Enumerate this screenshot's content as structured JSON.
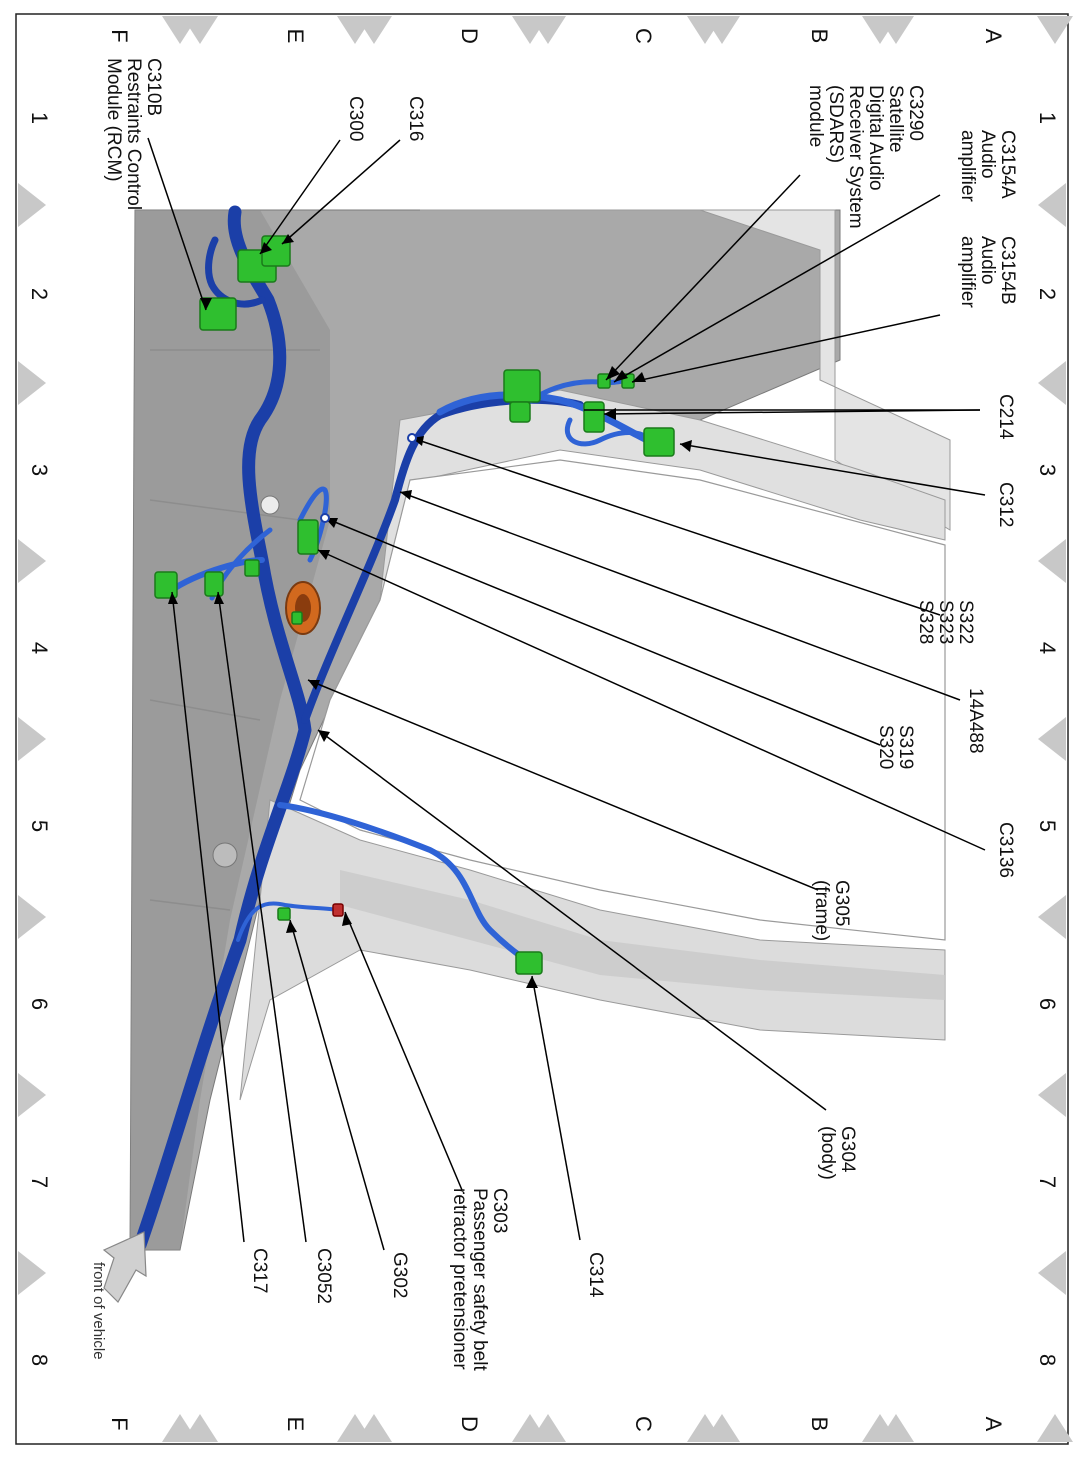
{
  "grid": {
    "columns": [
      "1",
      "2",
      "3",
      "4",
      "5",
      "6",
      "7",
      "8"
    ],
    "rows": [
      "A",
      "B",
      "C",
      "D",
      "E",
      "F"
    ]
  },
  "callouts": [
    {
      "id": "c3290",
      "lines": [
        "C3290",
        "Satellite",
        "Digital Audio",
        "Receiver System",
        "(SDARS)",
        "module"
      ]
    },
    {
      "id": "c3154a",
      "lines": [
        "C3154A",
        "Audio",
        "amplifier"
      ]
    },
    {
      "id": "c3154b",
      "lines": [
        "C3154B",
        "Audio",
        "amplifier"
      ]
    },
    {
      "id": "c214",
      "lines": [
        "C214"
      ]
    },
    {
      "id": "c312",
      "lines": [
        "C312"
      ]
    },
    {
      "id": "s322",
      "lines": [
        "S322",
        "S323",
        "S328"
      ]
    },
    {
      "id": "w14a488",
      "lines": [
        "14A488"
      ]
    },
    {
      "id": "s319",
      "lines": [
        "S319",
        "S320"
      ]
    },
    {
      "id": "c3136",
      "lines": [
        "C3136"
      ]
    },
    {
      "id": "g305",
      "lines": [
        "G305",
        "(frame)"
      ]
    },
    {
      "id": "g304",
      "lines": [
        "G304",
        "(body)"
      ]
    },
    {
      "id": "c314",
      "lines": [
        "C314"
      ]
    },
    {
      "id": "c303",
      "lines": [
        "C303",
        "Passenger safety belt",
        "retractor pretensioner"
      ]
    },
    {
      "id": "g302",
      "lines": [
        "G302"
      ]
    },
    {
      "id": "c3052",
      "lines": [
        "C3052"
      ]
    },
    {
      "id": "c317",
      "lines": [
        "C317"
      ]
    },
    {
      "id": "c310b",
      "lines": [
        "C310B",
        "Restraints Control",
        "Module (RCM)"
      ]
    },
    {
      "id": "c300",
      "lines": [
        "C300"
      ]
    },
    {
      "id": "c316",
      "lines": [
        "C316"
      ]
    }
  ],
  "orientation_label": "front of vehicle",
  "colors": {
    "harness": "#1b3fa8",
    "harness_light": "#2f63d6",
    "connector": "#2fbf2f",
    "connector_dark": "#1a7a1a",
    "floor": "#a9a9a9",
    "body_panel": "#dedede",
    "border_chevron": "#c8c8c8",
    "grommet": "#d2691e"
  }
}
